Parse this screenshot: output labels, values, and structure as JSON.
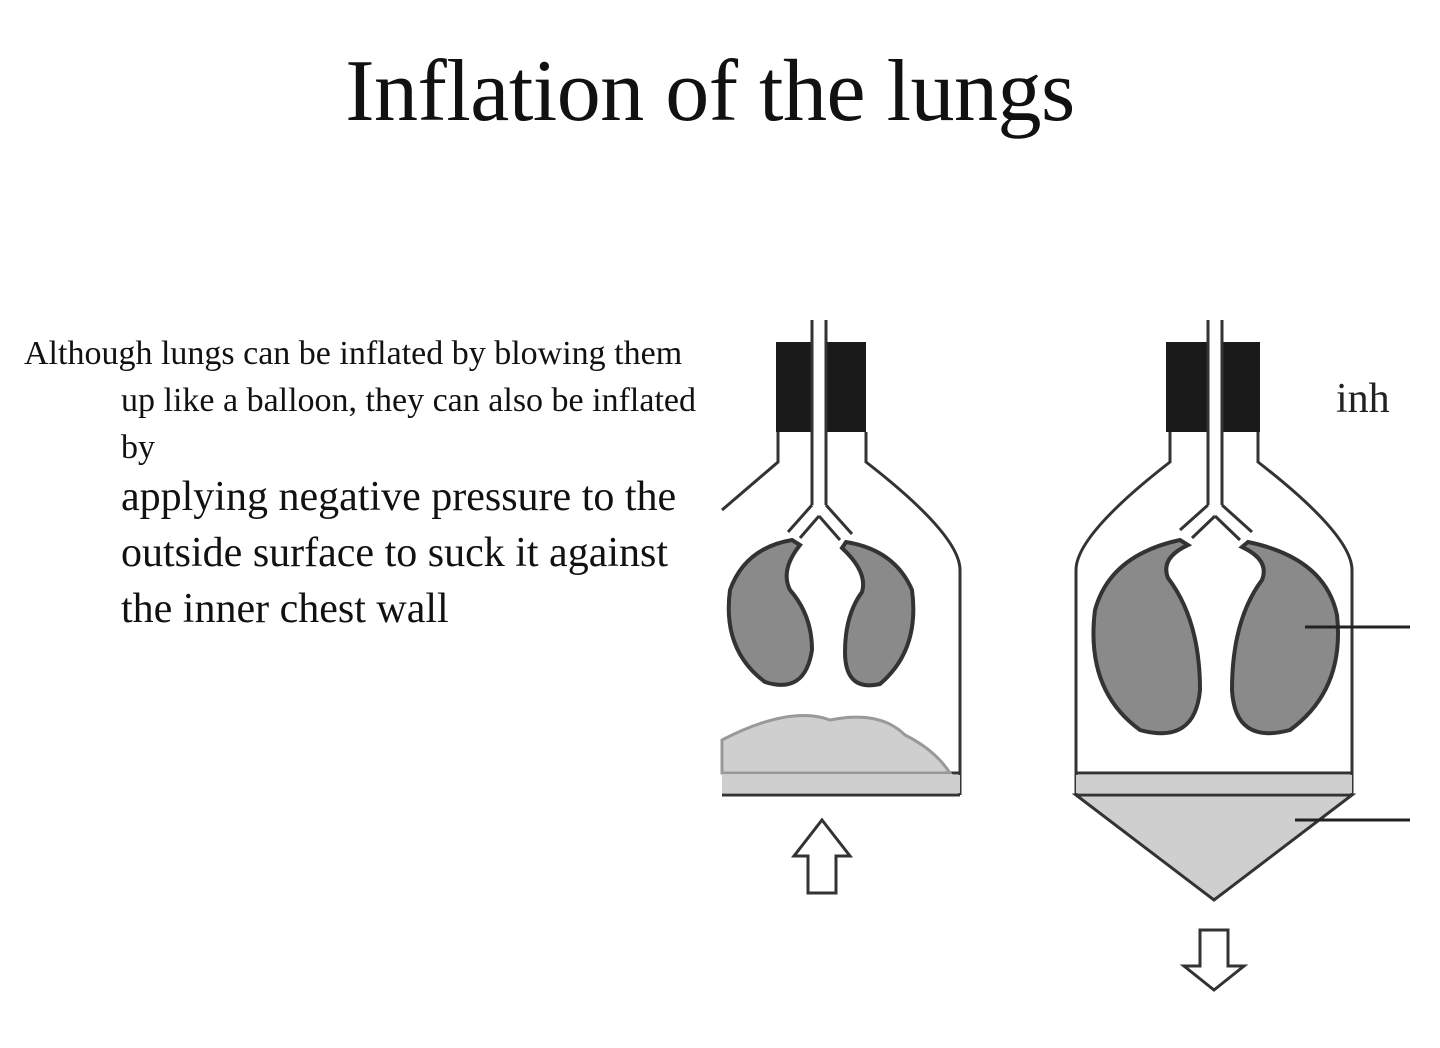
{
  "slide": {
    "title": "Inflation of the lungs"
  },
  "body": {
    "intro": "Although lungs can be inflated by blowing them up like a balloon, they can also be inflated by",
    "emphasis": "applying negative pressure to the outside surface to suck it against the inner chest wall"
  },
  "diagram": {
    "right_label_partial": "inh",
    "colors": {
      "lung_fill": "#8a8a8a",
      "diaphragm_fill": "#cfcfcf",
      "stopper_fill": "#1a1a1a",
      "outline": "#333333"
    }
  }
}
